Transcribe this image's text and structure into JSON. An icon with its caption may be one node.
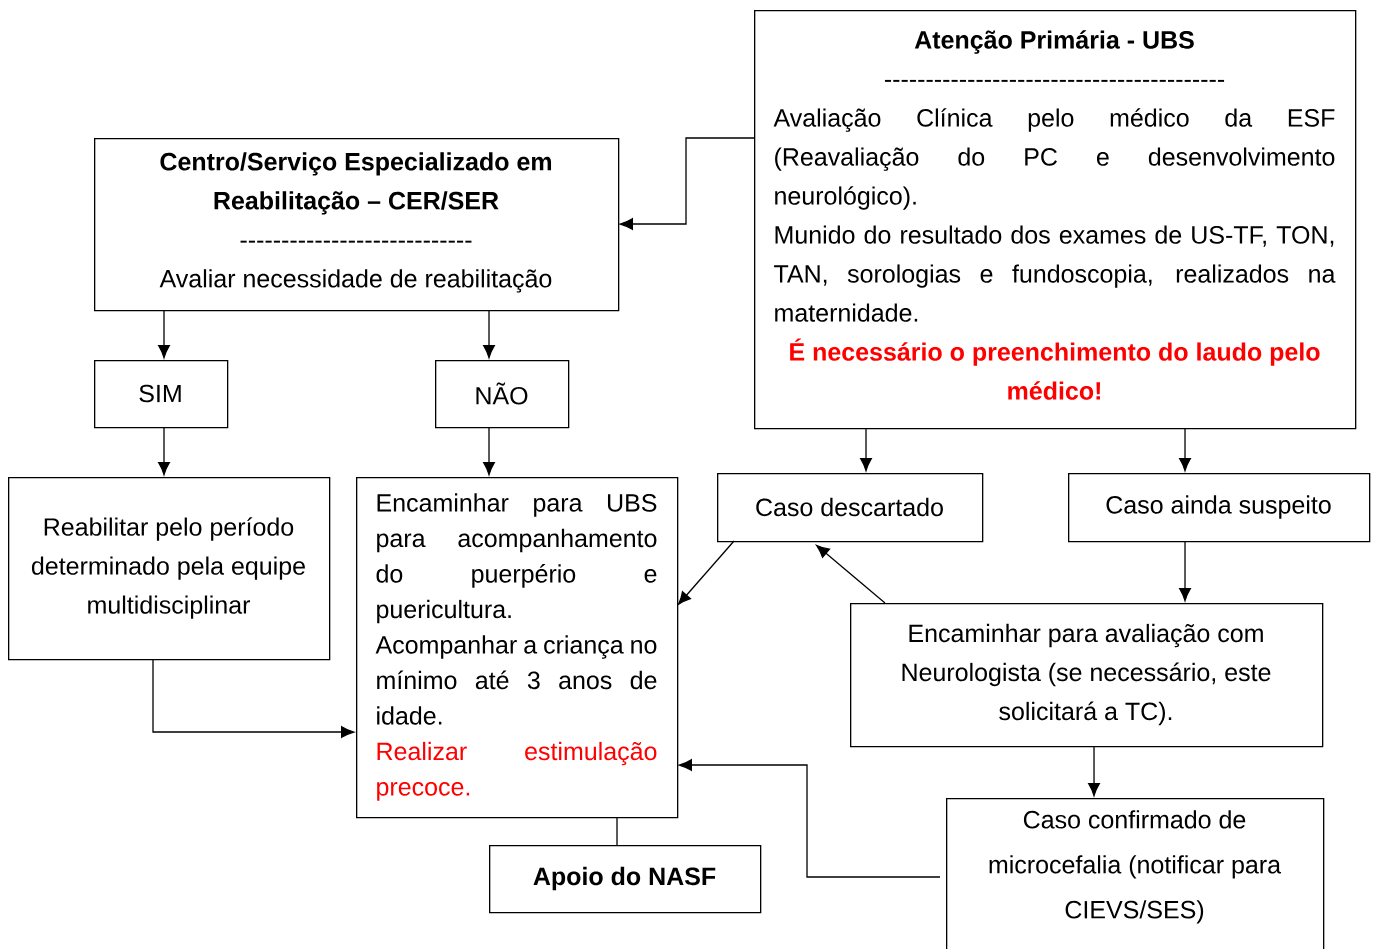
{
  "diagram": {
    "nodes": [
      {
        "text": [
          "Atenção Primária - UBS",
          "-----------------------------------------",
          "Avaliação Clínica pelo médico da ESF (Reavaliação do PC e desenvolvimento neurológico).",
          "Munido do resultado dos exames de US-TF, TON, TAN, sorologias e fundoscopia, realizados na maternidade.",
          "É necessário o preenchimento do laudo pelo médico!"
        ]
      },
      {
        "text": [
          "Centro/Serviço Especializado em Reabilitação – CER/SER",
          "----------------------------",
          "Avaliar necessidade de reabilitação"
        ]
      },
      {
        "text": [
          "SIM"
        ]
      },
      {
        "text": [
          "NÃO"
        ]
      },
      {
        "text": [
          "Reabilitar pelo período determinado pela equipe multidisciplinar"
        ]
      },
      {
        "text": [
          "Encaminhar para UBS para acompanhamento do puerpério e puericultura.",
          "Acompanhar a criança no mínimo até 3 anos de idade.",
          "Realizar estimulação precoce."
        ]
      },
      {
        "text": [
          "Caso descartado"
        ]
      },
      {
        "text": [
          "Caso ainda suspeito"
        ]
      },
      {
        "text": [
          "Encaminhar para avaliação com Neurologista (se necessário, este solicitará a TC)."
        ]
      },
      {
        "text": [
          "Caso confirmado de microcefalia (notificar para CIEVS/SES)"
        ]
      },
      {
        "text": [
          "Apoio do NASF"
        ]
      }
    ],
    "edges": [
      {
        "from": 0,
        "to": 1,
        "arrow": "to"
      },
      {
        "from": 1,
        "to": 2,
        "arrow": "to"
      },
      {
        "from": 1,
        "to": 3,
        "arrow": "to"
      },
      {
        "from": 2,
        "to": 4,
        "arrow": "to"
      },
      {
        "from": 3,
        "to": 5,
        "arrow": "to"
      },
      {
        "from": 0,
        "to": 6,
        "arrow": "to"
      },
      {
        "from": 0,
        "to": 7,
        "arrow": "to"
      },
      {
        "from": 6,
        "to": 5,
        "arrow": "to"
      },
      {
        "from": 8,
        "to": 6,
        "arrow": "to"
      },
      {
        "from": 7,
        "to": 8,
        "arrow": "to"
      },
      {
        "from": 8,
        "to": 9,
        "arrow": "to"
      },
      {
        "from": 4,
        "to": 5,
        "arrow": "to"
      },
      {
        "from": 9,
        "to": 5,
        "arrow": "to"
      },
      {
        "from": 5,
        "to": 10,
        "arrow": "none"
      }
    ]
  }
}
